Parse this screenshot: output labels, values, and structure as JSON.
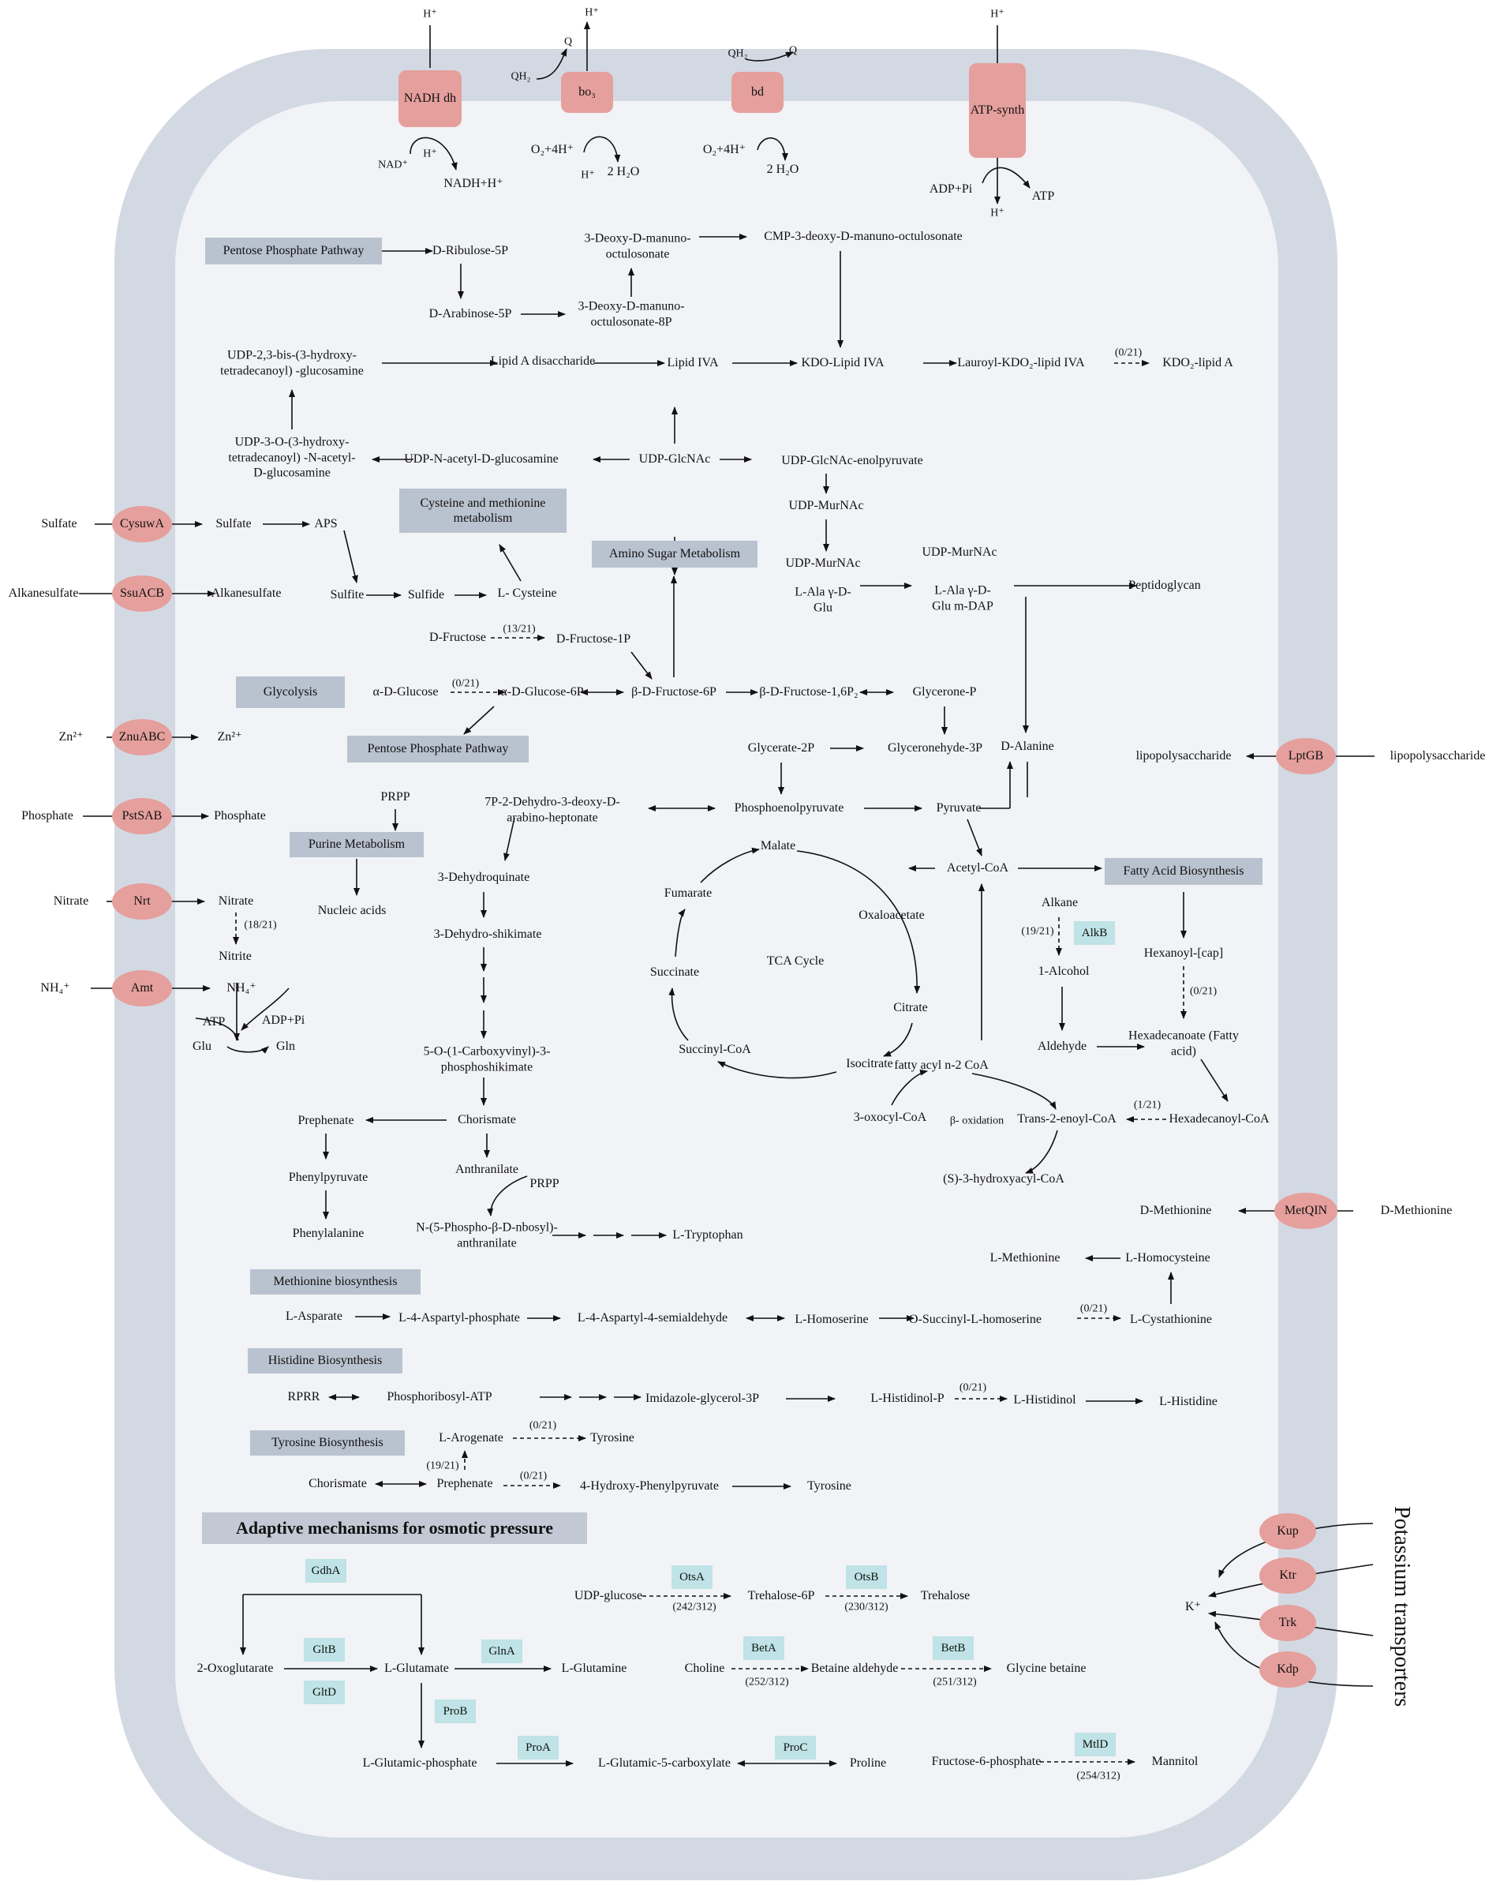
{
  "colors": {
    "membrane": "#d3d9e3",
    "cytoplasm": "#f1f3f6",
    "transporter": "#e59f9c",
    "pathway_box": "#b9c2cf",
    "enzyme_tag": "#bfe3e6"
  },
  "membrane_complexes": {
    "nadh": {
      "label": "NADH dh",
      "h_out": "H⁺",
      "h_in": "H⁺",
      "sub": "NAD⁺",
      "prod": "NADH+H⁺"
    },
    "bo3": {
      "label": "bo₃",
      "h_out": "H⁺",
      "qh2": "QH₂",
      "q": "Q",
      "o2": "O₂+4H⁺",
      "h_in": "H⁺",
      "water": "2 H₂O"
    },
    "bd": {
      "label": "bd",
      "qh2": "QH₂",
      "q": "Q",
      "o2": "O₂+4H⁺",
      "water": "2 H₂O"
    },
    "atp": {
      "label": "ATP-synth",
      "h_out": "H⁺",
      "adp": "ADP+Pi",
      "atp": "ATP",
      "h_in": "H⁺"
    }
  },
  "transporters": [
    {
      "name": "CysuwA",
      "outside": "Sulfate",
      "inside": "Sulfate"
    },
    {
      "name": "SsuACB",
      "outside": "Alkanesulfate",
      "inside": "Alkanesulfate"
    },
    {
      "name": "ZnuABC",
      "outside": "Zn²⁺",
      "inside": "Zn²⁺"
    },
    {
      "name": "PstSAB",
      "outside": "Phosphate",
      "inside": "Phosphate"
    },
    {
      "name": "Nrt",
      "outside": "Nitrate",
      "inside": "Nitrate"
    },
    {
      "name": "Amt",
      "outside": "NH₄⁺",
      "inside": "NH₄⁺"
    },
    {
      "name": "LptGB",
      "outside": "lipopolysaccharide",
      "inside": "lipopolysaccharide"
    },
    {
      "name": "MetQIN",
      "outside": "D-Methionine",
      "inside": "D-Methionine"
    },
    {
      "name": "Kup"
    },
    {
      "name": "Ktr"
    },
    {
      "name": "Trk"
    },
    {
      "name": "Kdp"
    }
  ],
  "potassium": {
    "title": "Potassium transporters",
    "ion": "K⁺"
  },
  "pathway_boxes": {
    "ppp_top": "Pentose Phosphate Pathway",
    "cys_met": "Cysteine and methionine metabolism",
    "amino_sugar": "Amino Sugar Metabolism",
    "glycolysis": "Glycolysis",
    "ppp_mid": "Pentose Phosphate Pathway",
    "purine": "Purine Metabolism",
    "fatty_acid": "Fatty Acid Biosynthesis",
    "tca": "TCA Cycle",
    "met_bio": "Methionine biosynthesis",
    "his_bio": "Histidine Biosynthesis",
    "tyr_bio": "Tyrosine Biosynthesis",
    "osmotic": "Adaptive mechanisms for osmotic pressure"
  },
  "metabolites": {
    "ribulose5p": "D-Ribulose-5P",
    "arabinose5p": "D-Arabinose-5P",
    "deoxy_oct": "3-Deoxy-D-manuno-octulosonate",
    "deoxy_oct8p": "3-Deoxy-D-manuno-octulosonate-8P",
    "cmp_kdo": "CMP-3-deoxy-D-manuno-octulosonate",
    "udp_bis": "UDP-2,3-bis-(3-hydroxy-tetradecanoyl) -glucosamine",
    "lipid_a_dis": "Lipid A disaccharide",
    "lipid_iva": "Lipid IVA",
    "kdo_lipid": "KDO-Lipid IVA",
    "lauroyl": "Lauroyl-KDO₂-lipid IVA",
    "kdo2_lipid_a": "KDO₂-lipid A",
    "udp_3o": "UDP-3-O-(3-hydroxy-tetradecanoyl) -N-acetyl-D-glucosamine",
    "udp_nacglc": "UDP-N-acetyl-D-glucosamine",
    "udp_glcnac": "UDP-GlcNAc",
    "udp_glcnac_enol": "UDP-GlcNAc-enolpyruvate",
    "udp_murnac1": "UDP-MurNAc",
    "udp_murnac2": "UDP-MurNAc",
    "ala_glu": "L-Ala γ-D-Glu",
    "udp_murnac3": "UDP-MurNAc",
    "ala_glu_dap": "L-Ala γ-D-Glu m-DAP",
    "peptidoglycan": "Peptidoglycan",
    "aps": "APS",
    "sulfite": "Sulfite",
    "sulfide": "Sulfide",
    "l_cysteine": "L- Cysteine",
    "d_fructose": "D-Fructose",
    "d_fructose_1p": "D-Fructose-1P",
    "a_glucose": "α-D-Glucose",
    "a_glucose_6p": "α-D-Glucose-6P",
    "b_fructose_6p": "β-D-Fructose-6P",
    "b_fructose_16p2": "β-D-Fructose-1,6P₂",
    "glycerone_p": "Glycerone-P",
    "glycerate_2p": "Glycerate-2P",
    "glyceronehyde_3p": "Glyceronehyde-3P",
    "d_alanine": "D-Alanine",
    "prpp1": "PRPP",
    "dahp": "7P-2-Dehydro-3-deoxy-D-arabino-heptonate",
    "pep": "Phosphoenolpyruvate",
    "pyruvate": "Pyruvate",
    "nucleic_acids": "Nucleic acids",
    "dehydroquinate": "3-Dehydroquinate",
    "dehydroshikimate": "3-Dehydro-shikimate",
    "malate": "Malate",
    "fumarate": "Fumarate",
    "oxaloacetate": "Oxaloacetate",
    "citrate": "Citrate",
    "isocitrate": "Isocitrate",
    "succinyl_coa": "Succinyl-CoA",
    "succinate": "Succinate",
    "acetyl_coa": "Acetyl-CoA",
    "alkane": "Alkane",
    "alcohol": "1-Alcohol",
    "aldehyde": "Aldehyde",
    "hexanoyl": "Hexanoyl-[cap]",
    "hexadecanoate": "Hexadecanoate (Fatty acid)",
    "hexadecanoyl_coa": "Hexadecanoyl-CoA",
    "fatty_acyl": "fatty acyl n-2 CoA",
    "oxoacyl": "3-oxocyl-CoA",
    "b_oxidation": "β- oxidation",
    "trans_enoyl": "Trans-2-enoyl-CoA",
    "hydroxyacyl": "(S)-3-hydroxyacyl-CoA",
    "nitrite": "Nitrite",
    "atp": "ATP",
    "adp_pi": "ADP+Pi",
    "glu": "Glu",
    "gln": "Gln",
    "cvs": "5-O-(1-Carboxyvinyl)-3-phosphoshikimate",
    "chorismate1": "Chorismate",
    "prephenate1": "Prephenate",
    "anthranilate": "Anthranilate",
    "prpp2": "PRPP",
    "phenylpyruvate": "Phenylpyruvate",
    "phenylalanine": "Phenylalanine",
    "n5p": "N-(5-Phospho-β-D-nbosyl)-anthranilate",
    "l_tryptophan": "L-Tryptophan",
    "l_methionine": "L-Methionine",
    "l_homocysteine": "L-Homocysteine",
    "l_aspartate": "L-Asparate",
    "l4_asp_p": "L-4-Aspartyl-phosphate",
    "l4_asp_semi": "L-4-Aspartyl-4-semialdehyde",
    "l_homoserine": "L-Homoserine",
    "o_succ_homoserine": "O-Succinyl-L-homoserine",
    "l_cystathionine": "L-Cystathionine",
    "rprr": "RPRR",
    "phosphoribosyl_atp": "Phosphoribosyl-ATP",
    "imidazole": "Imidazole-glycerol-3P",
    "l_histidinol_p": "L-Histidinol-P",
    "l_histidinol": "L-Histidinol",
    "l_histidine": "L-Histidine",
    "l_arogenate": "L-Arogenate",
    "tyrosine1": "Tyrosine",
    "chorismate2": "Chorismate",
    "prephenate2": "Prephenate",
    "hydroxyphenylpyruvate": "4-Hydroxy-Phenylpyruvate",
    "tyrosine2": "Tyrosine",
    "oxoglutarate": "2-Oxoglutarate",
    "l_glutamate": "L-Glutamate",
    "l_glutamine": "L-Glutamine",
    "l_glutamic_p": "L-Glutamic-phosphate",
    "l_glutamic_5c": "L-Glutamic-5-carboxylate",
    "proline": "Proline",
    "udp_glucose": "UDP-glucose",
    "trehalose_6p": "Trehalose-6P",
    "trehalose": "Trehalose",
    "choline": "Choline",
    "betaine_ald": "Betaine aldehyde",
    "glycine_betaine": "Glycine betaine",
    "fructose_6_phosphate": "Fructose-6-phosphate",
    "mannitol": "Mannitol"
  },
  "ratios": {
    "kdo2": "(0/21)",
    "fructose": "(13/21)",
    "glucose": "(0/21)",
    "nitrite": "(18/21)",
    "alkane": "(19/21)",
    "hexanoyl": "(0/21)",
    "hexadecanoyl": "(1/21)",
    "cystathionine": "(0/21)",
    "histidinol": "(0/21)",
    "arogenate_tyr": "(0/21)",
    "prephenate_arog": "(19/21)",
    "prephenate_hpp": "(0/21)",
    "otsa": "(242/312)",
    "otsb": "(230/312)",
    "beta": "(252/312)",
    "betb": "(251/312)",
    "mtld": "(254/312)"
  },
  "enzymes": {
    "alkb": "AlkB",
    "gdha": "GdhA",
    "gltb": "GltB",
    "gltd": "GltD",
    "glna": "GlnA",
    "prob": "ProB",
    "proa": "ProA",
    "proc": "ProC",
    "otsa": "OtsA",
    "otsb": "OtsB",
    "beta": "BetA",
    "betb": "BetB",
    "mtld": "MtlD"
  }
}
